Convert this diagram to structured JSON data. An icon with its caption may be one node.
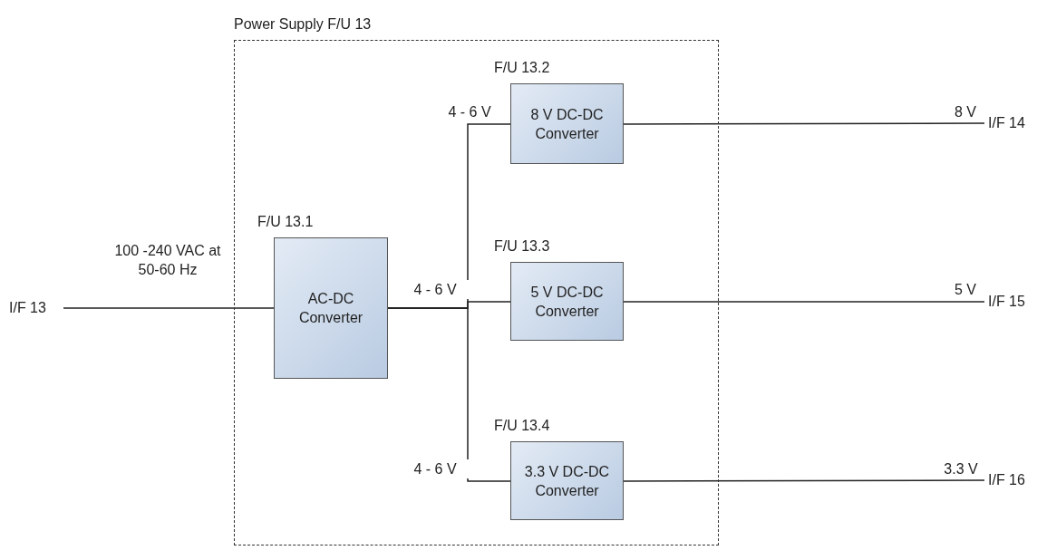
{
  "diagram": {
    "nodes": [
      {
        "text": [
          "Power Supply F/U 13"
        ]
      },
      {
        "text": [
          "F/U 13.1",
          "AC-DC Converter"
        ],
        "in": 0
      },
      {
        "text": [
          "F/U 13.2",
          "8 V DC-DC Converter"
        ],
        "in": 0
      },
      {
        "text": [
          "F/U 13.3",
          "5 V DC-DC Converter"
        ],
        "in": 0
      },
      {
        "text": [
          "F/U 13.4",
          "3.3 V DC-DC Converter"
        ],
        "in": 0
      },
      {
        "text": [
          "I/F 13"
        ]
      },
      {
        "text": [
          "I/F 14"
        ]
      },
      {
        "text": [
          "I/F 15"
        ]
      },
      {
        "text": [
          "I/F 16"
        ]
      }
    ],
    "edges": [
      {
        "from": 5,
        "to": 1,
        "arrow": "none",
        "label": "100 -240 VAC at 50-60 Hz"
      },
      {
        "from": 1,
        "to": 2,
        "arrow": "none",
        "label": "4 - 6 V"
      },
      {
        "from": 1,
        "to": 3,
        "arrow": "none",
        "label": "4 - 6 V"
      },
      {
        "from": 1,
        "to": 4,
        "arrow": "none",
        "label": "4 - 6 V"
      },
      {
        "from": 2,
        "to": 6,
        "arrow": "none",
        "label": "8 V"
      },
      {
        "from": 3,
        "to": 7,
        "arrow": "none",
        "label": "5 V"
      },
      {
        "from": 4,
        "to": 8,
        "arrow": "none",
        "label": "3.3 V"
      }
    ]
  }
}
